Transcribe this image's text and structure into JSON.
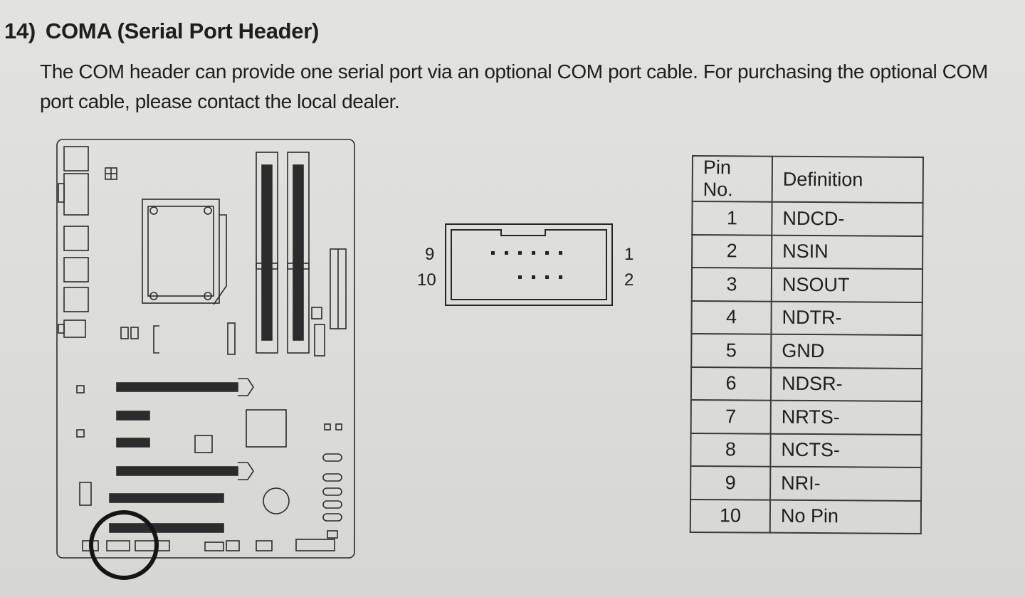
{
  "section": {
    "number": "14)",
    "title": "COMA (Serial Port Header)",
    "description": "The COM header can provide one serial port via an optional COM port cable. For purchasing the optional COM port cable, please contact the local dealer."
  },
  "header_diagram": {
    "label_top_left": "9",
    "label_bottom_left": "10",
    "label_top_right": "1",
    "label_bottom_right": "2"
  },
  "pin_table": {
    "headers": [
      "Pin No.",
      "Definition"
    ],
    "rows": [
      {
        "pin": "1",
        "definition": "NDCD-"
      },
      {
        "pin": "2",
        "definition": "NSIN"
      },
      {
        "pin": "3",
        "definition": "NSOUT"
      },
      {
        "pin": "4",
        "definition": "NDTR-"
      },
      {
        "pin": "5",
        "definition": "GND"
      },
      {
        "pin": "6",
        "definition": "NDSR-"
      },
      {
        "pin": "7",
        "definition": "NRTS-"
      },
      {
        "pin": "8",
        "definition": "NCTS-"
      },
      {
        "pin": "9",
        "definition": "NRI-"
      },
      {
        "pin": "10",
        "definition": "No Pin"
      }
    ]
  }
}
